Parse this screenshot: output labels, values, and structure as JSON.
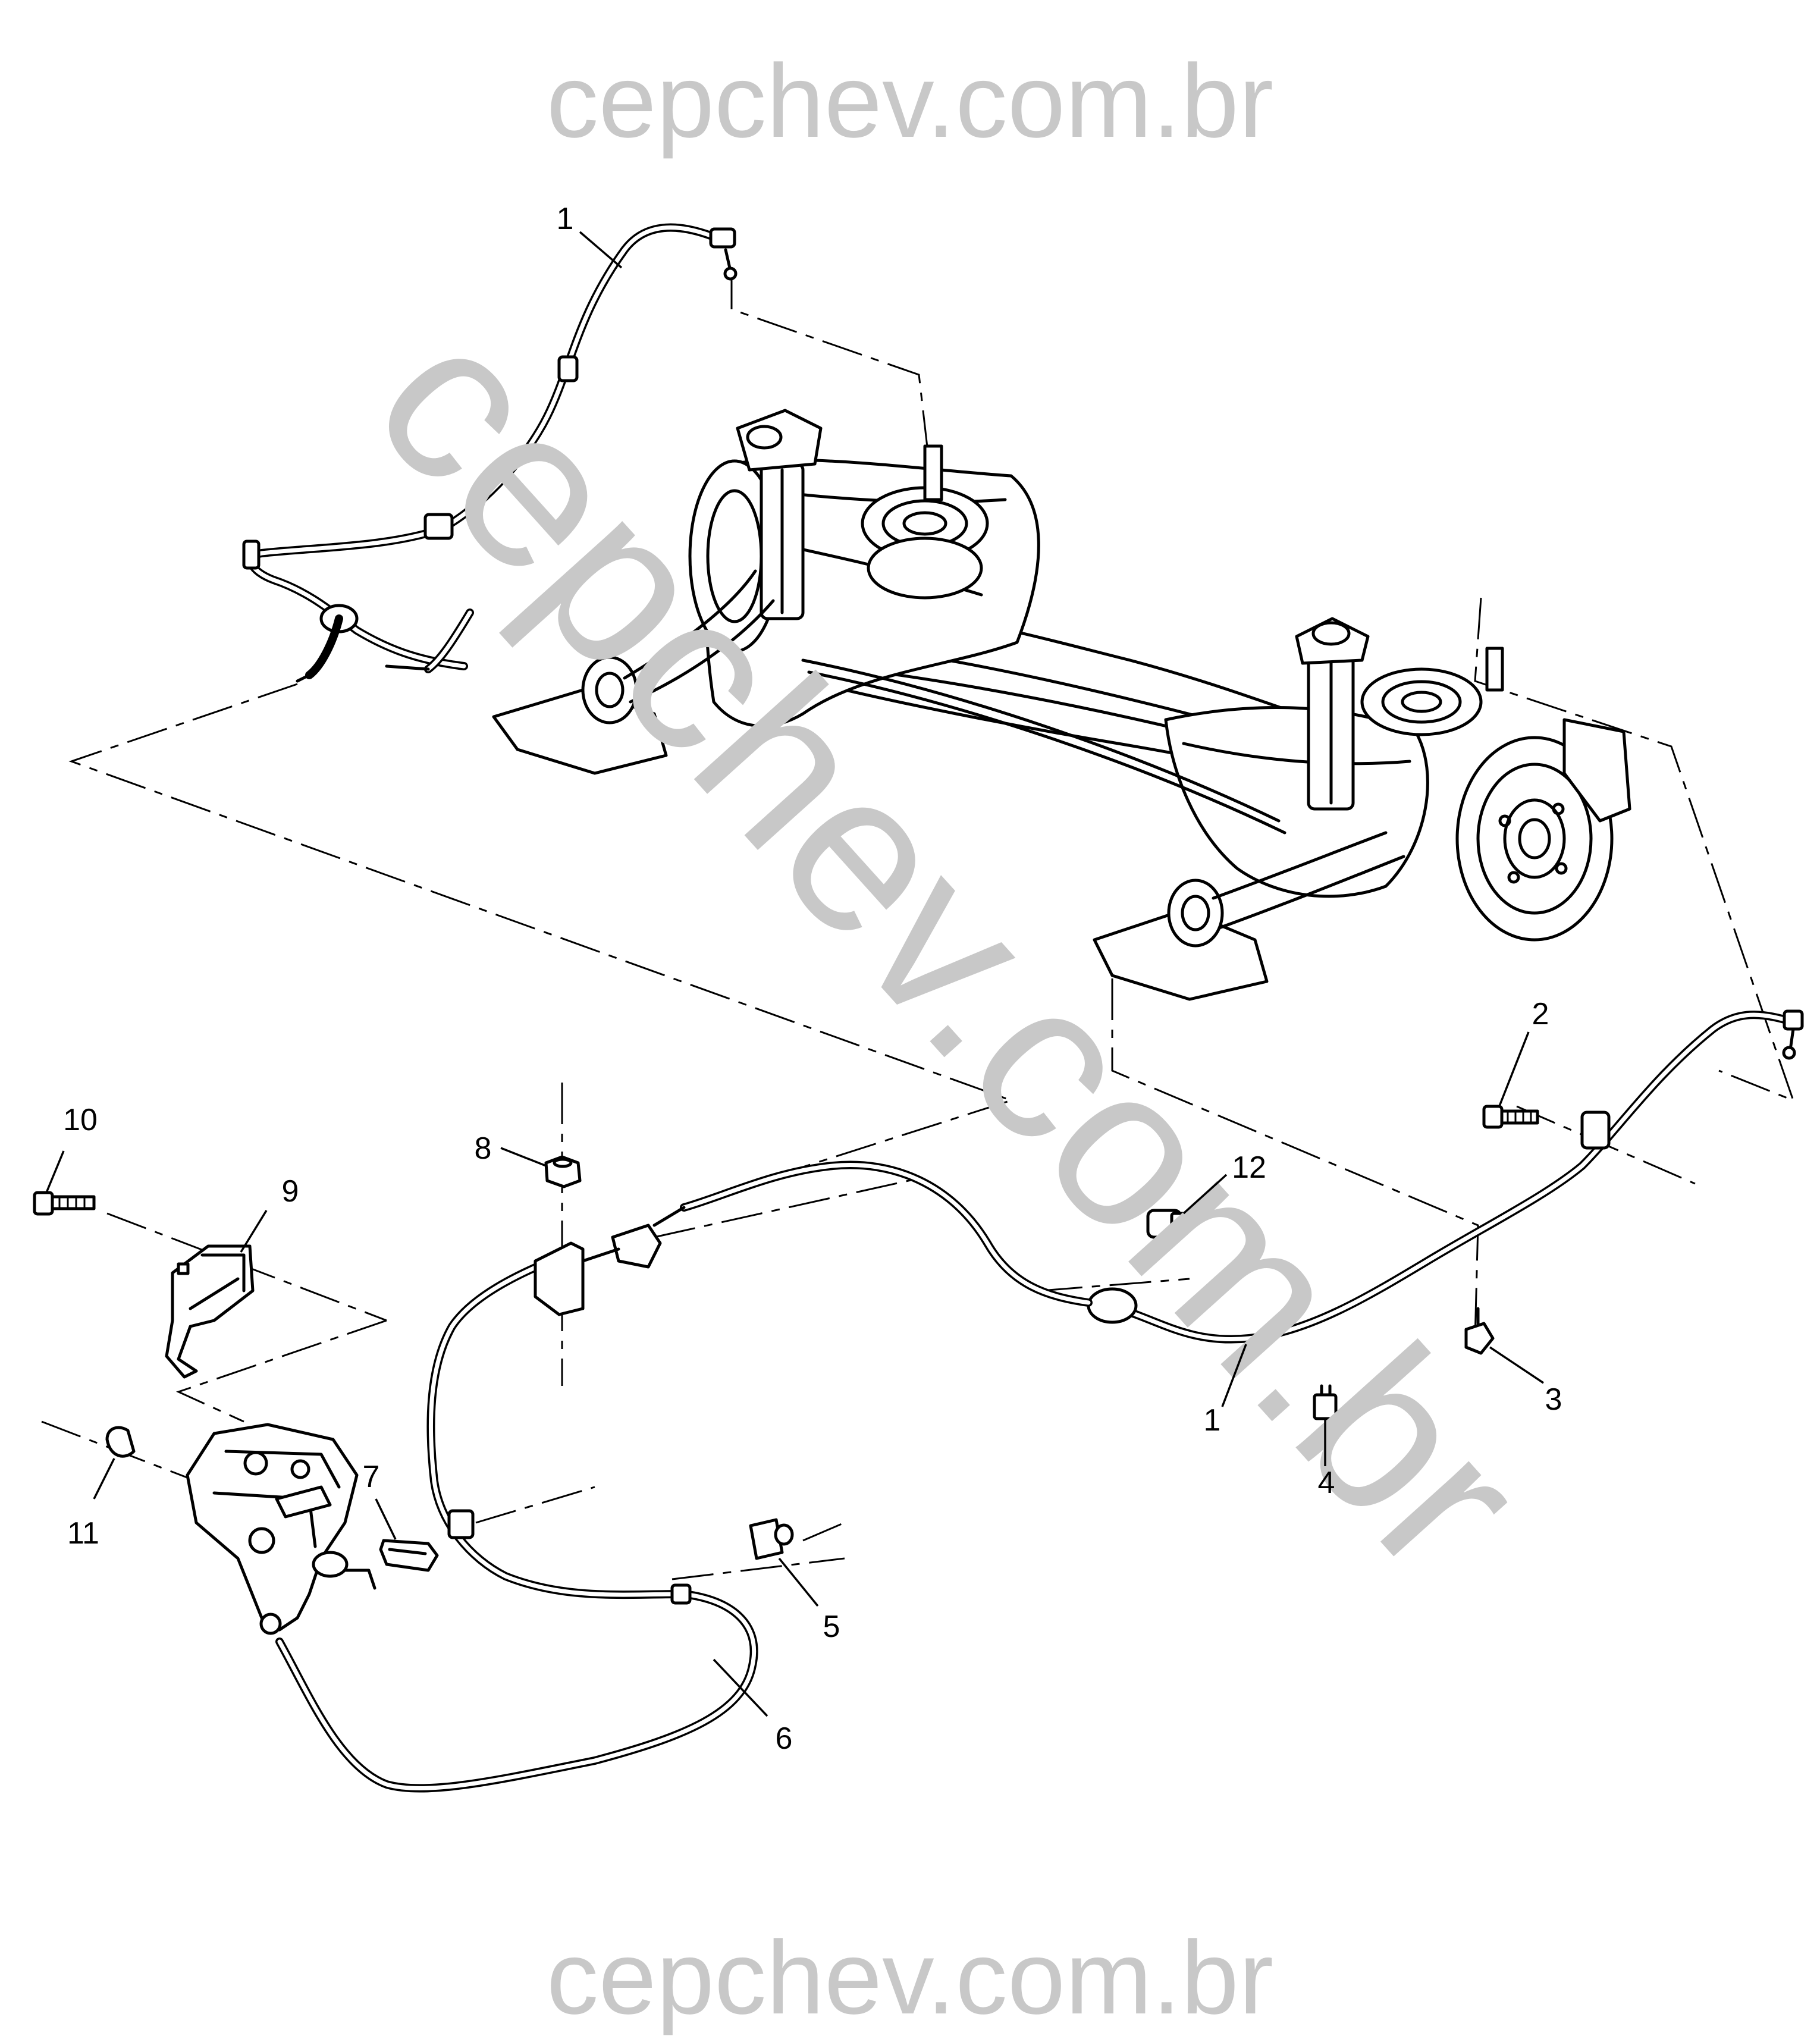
{
  "watermark": {
    "top_text": "cepchev.com.br",
    "bottom_text": "cepchev.com.br",
    "diagonal_text": "cepchev.com.br",
    "color": "#c8c8c8"
  },
  "callouts": [
    {
      "id": "1a",
      "label": "1"
    },
    {
      "id": "1b",
      "label": "1"
    },
    {
      "id": "2",
      "label": "2"
    },
    {
      "id": "3",
      "label": "3"
    },
    {
      "id": "4",
      "label": "4"
    },
    {
      "id": "5",
      "label": "5"
    },
    {
      "id": "6",
      "label": "6"
    },
    {
      "id": "7",
      "label": "7"
    },
    {
      "id": "8",
      "label": "8"
    },
    {
      "id": "9",
      "label": "9"
    },
    {
      "id": "10",
      "label": "10"
    },
    {
      "id": "11",
      "label": "11"
    },
    {
      "id": "12",
      "label": "12"
    }
  ],
  "icons": {
    "axle": "rear-axle-assembly-icon",
    "actuator": "parking-brake-actuator-icon",
    "bolt": "bolt-icon",
    "nut": "nut-icon",
    "clip": "cable-clip-icon"
  }
}
